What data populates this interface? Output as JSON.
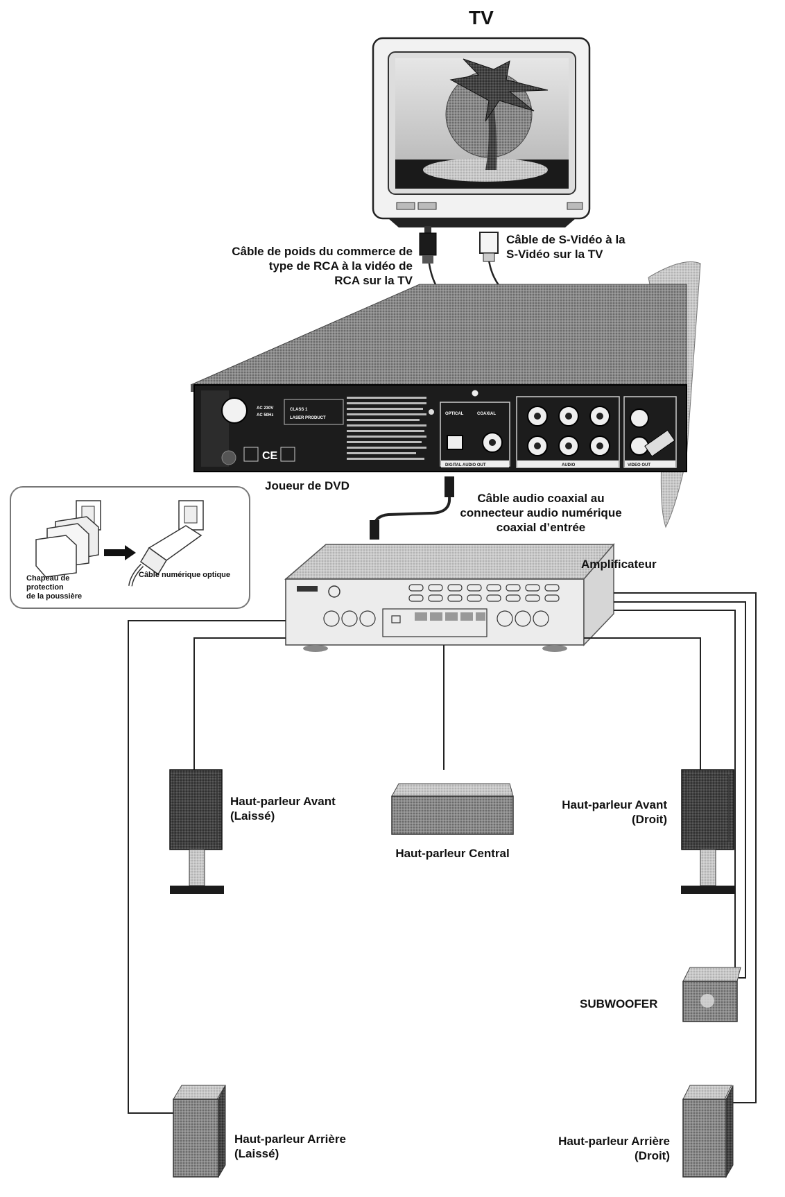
{
  "labels": {
    "tv": "TV",
    "rca_cable": [
      "Câble de poids du commerce de",
      "type de RCA à la vidéo de",
      "RCA sur la TV"
    ],
    "svideo_cable": [
      "Câble de S-Vidéo à la",
      "S-Vidéo sur la TV"
    ],
    "dvd_player": "Joueur de DVD",
    "coax_cable": [
      "Câble audio coaxial au",
      "connecteur audio numérique",
      "coaxial d’entrée"
    ],
    "amplifier": "Amplificateur",
    "inset_cap": [
      "Chapeau de",
      "protection",
      "de la poussière"
    ],
    "inset_optical": "Câble numérique optique",
    "front_left": [
      "Haut-parleur Avant",
      "(Laissé)"
    ],
    "front_right": [
      "Haut-parleur Avant",
      "(Droit)"
    ],
    "center": "Haut-parleur Central",
    "subwoofer": "SUBWOOFER",
    "rear_left": [
      "Haut-parleur Arrière",
      "(Laissé)"
    ],
    "rear_right": [
      "Haut-parleur Arrière",
      "(Droit)"
    ]
  },
  "panel": {
    "class_label": [
      "CLASS 1",
      "LASER PRODUCT"
    ],
    "power_spec": [
      "AC 230V",
      "AC 50Hz"
    ],
    "optical": "OPTICAL",
    "coaxial": "COAXIAL",
    "digital_audio_out": "DIGITAL AUDIO OUT",
    "audio": "AUDIO",
    "video_out": "VIDEO OUT",
    "ce_mark": "CE"
  }
}
